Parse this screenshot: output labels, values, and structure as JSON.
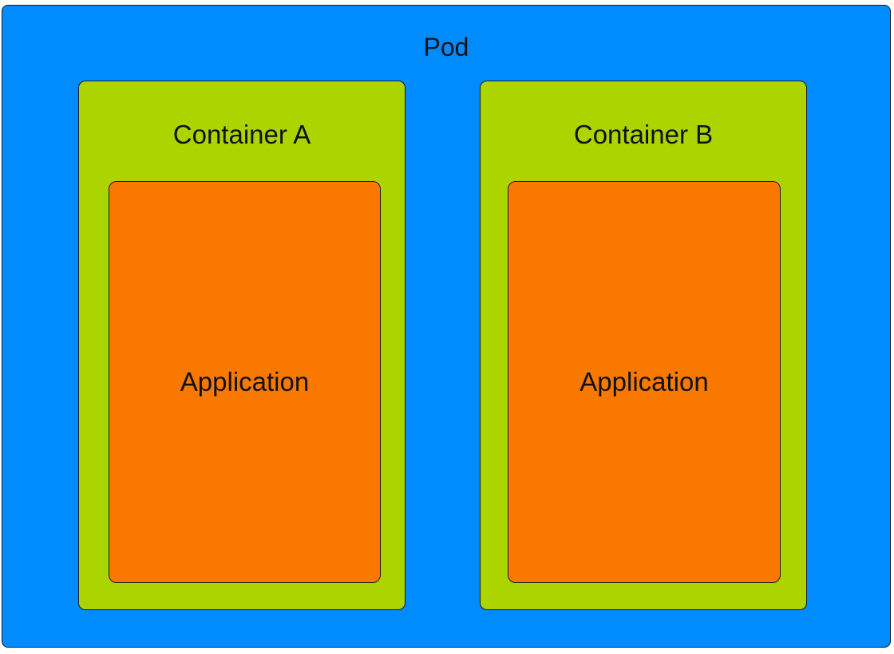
{
  "colors": {
    "pod_fill": "#008cff",
    "container_fill": "#acd400",
    "application_fill": "#f97800",
    "border": "#1a1a1a",
    "text": "#111111"
  },
  "pod": {
    "label": "Pod",
    "containers": [
      {
        "label": "Container A",
        "application": {
          "label": "Application"
        }
      },
      {
        "label": "Container B",
        "application": {
          "label": "Application"
        }
      }
    ]
  }
}
